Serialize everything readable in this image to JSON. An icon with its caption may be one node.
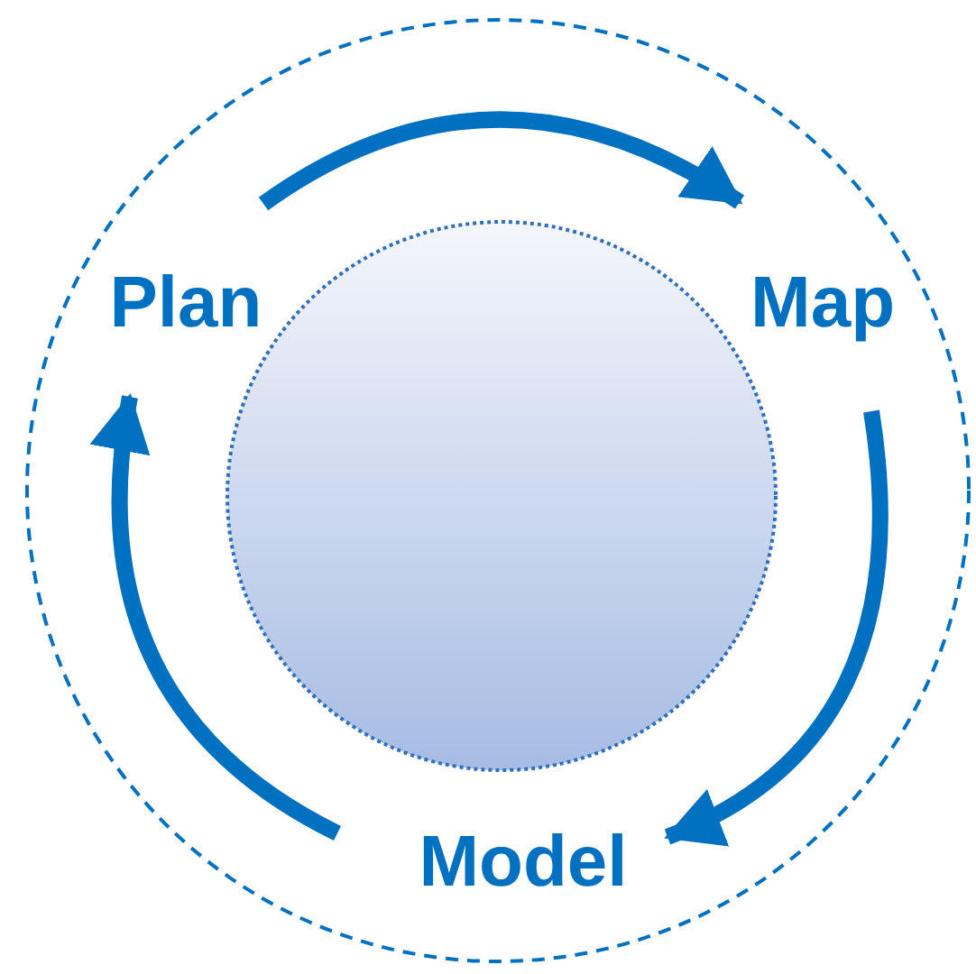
{
  "diagram": {
    "nodes": [
      {
        "text": [
          "Plan"
        ]
      },
      {
        "text": [
          "Map"
        ]
      },
      {
        "text": [
          "Model"
        ]
      }
    ],
    "edges": [
      {
        "from": 0,
        "to": 1,
        "arrow": "to"
      },
      {
        "from": 1,
        "to": 2,
        "arrow": "to"
      },
      {
        "from": 2,
        "to": 0,
        "arrow": "to"
      }
    ]
  }
}
